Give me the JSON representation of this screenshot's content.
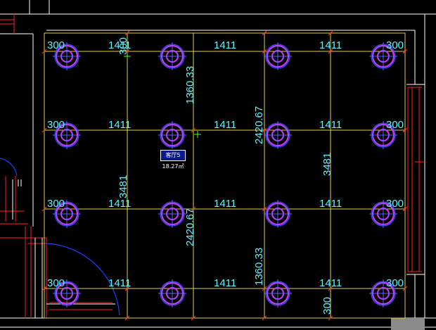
{
  "room": {
    "name": "客厅5",
    "area": "18.27㎡"
  },
  "dimensions": {
    "edge": "300",
    "span": "1411",
    "height_small": "1360.33",
    "height_large": "2420.67",
    "total": "3481"
  },
  "colors": {
    "background": "#000000",
    "dimension_text": "#5ff4ff",
    "grid_line": "#e0d040",
    "fixture": "#c040ff",
    "wall": "#ffffff",
    "red_line": "#ff2020",
    "door_arc": "#2040ff"
  },
  "fixture_icon": "downlight-icon"
}
